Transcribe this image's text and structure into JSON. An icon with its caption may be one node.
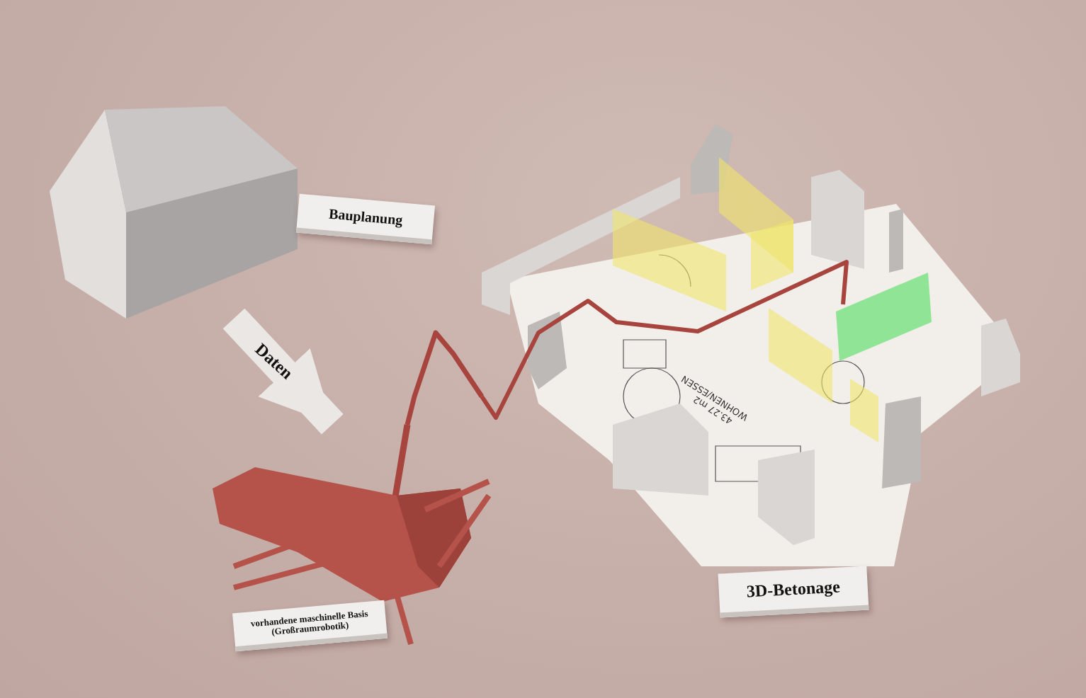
{
  "diagram": {
    "nodes": [
      {
        "text": [],
        "shape": "picture"
      },
      {
        "text": [
          "Bauplanung"
        ]
      },
      {
        "text": [],
        "shape": "picture"
      },
      {
        "text": [
          "vorhandene maschinelle Basis (Großraumrobotik)"
        ]
      },
      {
        "text": [],
        "shape": "picture"
      },
      {
        "text": [
          "3D-Betonage"
        ]
      }
    ],
    "edges": [
      {
        "from": 0,
        "to": 2,
        "arrow": "to",
        "label": "Daten",
        "style": "thick"
      },
      {
        "from": 2,
        "to": 4,
        "arrow": "none",
        "color": "#a8443e"
      }
    ],
    "labels": [
      "WOHNEN/ESSEN",
      "43.27 m2"
    ]
  }
}
